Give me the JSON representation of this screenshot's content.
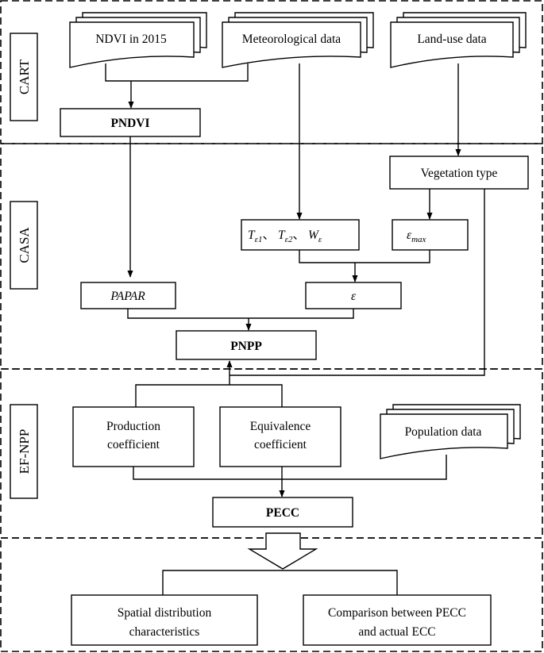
{
  "sections": {
    "cart": "CART",
    "casa": "CASA",
    "efnpp": "EF-NPP"
  },
  "nodes": {
    "ndvi": "NDVI in 2015",
    "meteorological": "Meteorological data",
    "landuse": "Land-use data",
    "pndvi": "PNDVI",
    "vegetation_type": "Vegetation type",
    "temp_water_base": [
      "T",
      "T",
      "W"
    ],
    "temp_water_sub": [
      "ε1",
      "ε2",
      "ε"
    ],
    "separator": "、",
    "emax_base": "ε",
    "emax_sub": "max",
    "papar": "PAPAR",
    "epsilon": "ε",
    "pnpp": "PNPP",
    "production_line1": "Production",
    "production_line2": "coefficient",
    "equivalence_line1": "Equivalence",
    "equivalence_line2": "coefficient",
    "population": "Population data",
    "pecc": "PECC",
    "spatial_line1": "Spatial distribution",
    "spatial_line2": "characteristics",
    "comparison_line1": "Comparison between PECC",
    "comparison_line2": "and actual ECC"
  }
}
